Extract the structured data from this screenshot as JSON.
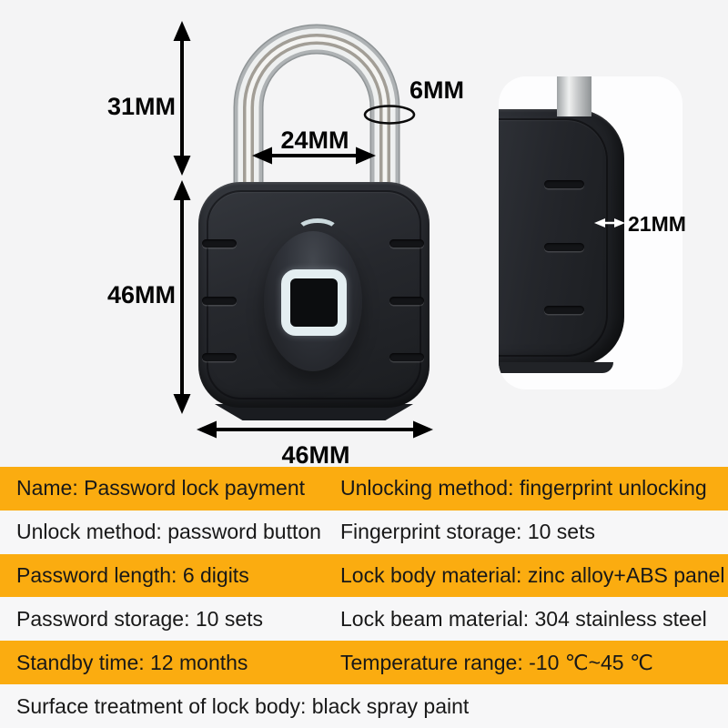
{
  "colors": {
    "background": "#F4F4F5",
    "highlight_row": "#FBAC10",
    "panel": "#FDFDFE",
    "lock_body": "#222429",
    "sensor_ring": "#E4EEF1",
    "annotation": "#000000"
  },
  "annotations": {
    "shackle_height": "31MM",
    "shackle_inner_width": "24MM",
    "shackle_diameter": "6MM",
    "body_height": "46MM",
    "body_width": "46MM",
    "body_thickness": "21MM"
  },
  "spec_table": {
    "rows": [
      {
        "left": "Name: Password lock payment",
        "right": "Unlocking method: fingerprint unlocking",
        "highlighted": true
      },
      {
        "left": "Unlock method: password button",
        "right": "Fingerprint storage: 10 sets",
        "highlighted": false
      },
      {
        "left": "Password length: 6 digits",
        "right": "Lock body material: zinc alloy+ABS panel",
        "highlighted": true
      },
      {
        "left": "Password storage: 10 sets",
        "right": "Lock beam material: 304 stainless steel",
        "highlighted": false
      },
      {
        "left": "Standby time: 12 months",
        "right": "Temperature range: -10 ℃~45 ℃",
        "highlighted": true
      },
      {
        "left": "Surface treatment of lock body: black spray paint",
        "right": "",
        "highlighted": false
      }
    ]
  }
}
